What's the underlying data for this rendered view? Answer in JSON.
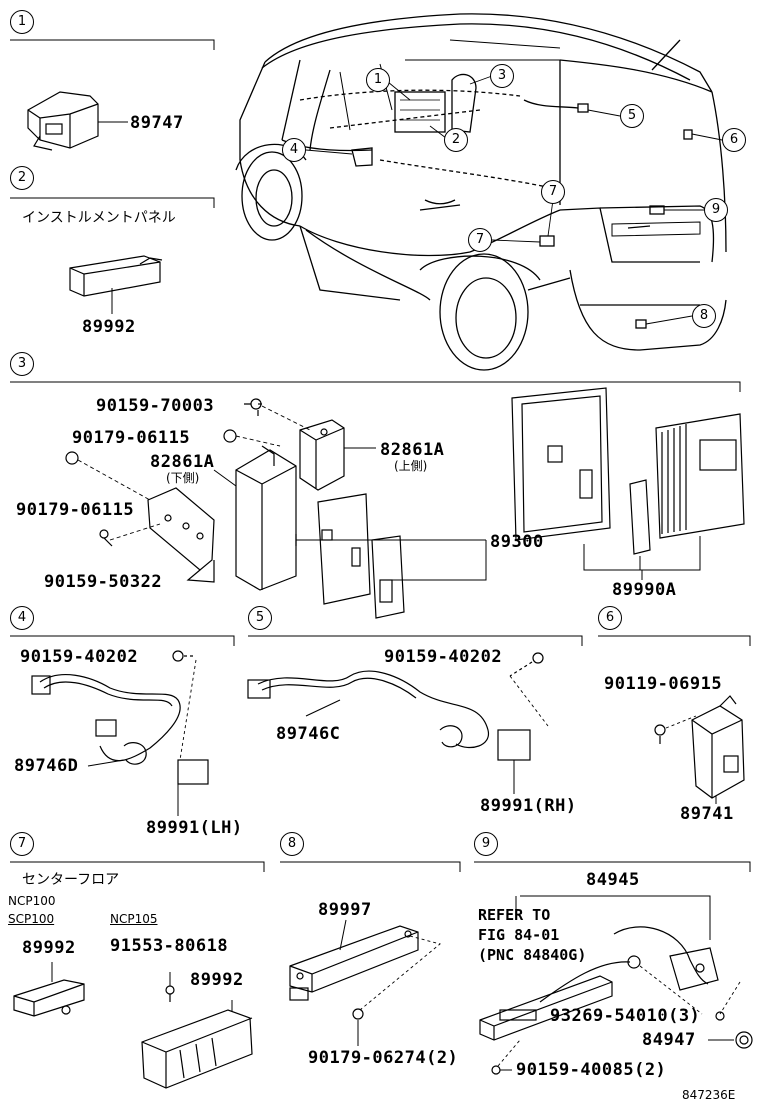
{
  "sections": [
    {
      "num": "1"
    },
    {
      "num": "2"
    },
    {
      "num": "3"
    },
    {
      "num": "4"
    },
    {
      "num": "5"
    },
    {
      "num": "6"
    },
    {
      "num": "7"
    },
    {
      "num": "8"
    },
    {
      "num": "9"
    }
  ],
  "vehicle_callouts": [
    "1",
    "2",
    "3",
    "4",
    "5",
    "6",
    "7",
    "7",
    "8",
    "9"
  ],
  "sec2": {
    "caption": "インストルメントパネル"
  },
  "sec3": {
    "lower_note": "(下側)",
    "upper_note": "(上側)"
  },
  "sec7": {
    "caption": "センターフロア",
    "model_a": "NCP100",
    "model_b": "SCP100",
    "model_c": "NCP105"
  },
  "sec9": {
    "refer_line1": "REFER TO",
    "refer_line2": "FIG 84-01",
    "refer_line3": "(PNC 84840G)"
  },
  "parts": {
    "p89747": "89747",
    "p89992_s2": "89992",
    "p90159_70003": "90159-70003",
    "p90179_06115_a": "90179-06115",
    "p82861A_lower": "82861A",
    "p90179_06115_b": "90179-06115",
    "p90159_50322": "90159-50322",
    "p82861A_upper": "82861A",
    "p89300": "89300",
    "p89990A": "89990A",
    "p90159_40202_s4": "90159-40202",
    "p89746D": "89746D",
    "p89991_LH": "89991(LH)",
    "p90159_40202_s5": "90159-40202",
    "p89746C": "89746C",
    "p89991_RH": "89991(RH)",
    "p90119_06915": "90119-06915",
    "p89741": "89741",
    "p89992_s7a": "89992",
    "p91553_80618": "91553-80618",
    "p89992_s7b": "89992",
    "p89997": "89997",
    "p90179_06274": "90179-06274(2)",
    "p84945": "84945",
    "p93269_54010": "93269-54010(3)",
    "p84947": "84947",
    "p90159_40085": "90159-40085(2)"
  },
  "footer_code": "847236E"
}
